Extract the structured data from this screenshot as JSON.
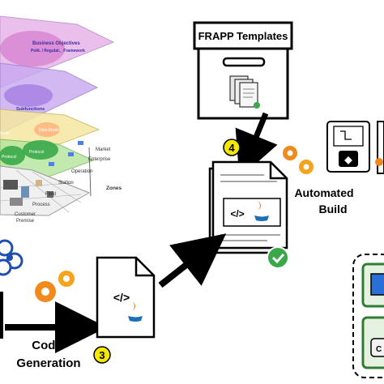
{
  "layer_stack": {
    "labels": {
      "business_objectives": "Business Objectives",
      "polit_regulat": "Polit. / Regulat._ Framework",
      "subfunctions": "Subfunctions",
      "data_model": "Data Model",
      "protocol_left": "Protocol",
      "protocol_mid": "Protocol",
      "node": "Node"
    },
    "zone_axis": {
      "title": "Zones",
      "items": [
        "Market",
        "Enterprise",
        "Operation",
        "Station",
        "Field",
        "Process"
      ]
    },
    "domain_axis": [
      "Customer",
      "Premise"
    ]
  },
  "frapp_box": {
    "title": "FRAPP Templates"
  },
  "steps": {
    "step3": {
      "number": "3",
      "label_line1": "Code",
      "label_line2": "Generation"
    },
    "step4": {
      "number": "4",
      "label_line1": "Automated",
      "label_line2": "Build"
    }
  },
  "code_doc": {
    "tag": "</>"
  },
  "built_doc": {
    "tag": "</>"
  },
  "colors": {
    "step_badge": "#f5e800",
    "gear_orange": "#f08a1c",
    "check_green": "#3aa84a",
    "arrow_black": "#000000",
    "device_green_border": "#2e7d32",
    "device_blue": "#2a6fd6"
  }
}
